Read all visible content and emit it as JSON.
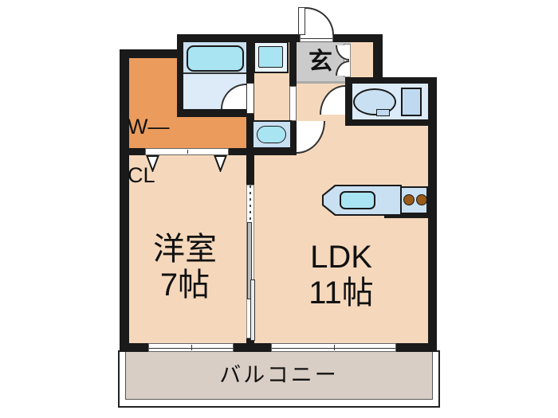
{
  "floorplan": {
    "rooms": {
      "walk_in_closet": {
        "label_line1": "W—",
        "label_line2": "CL"
      },
      "entrance": {
        "label": "玄"
      },
      "western_room": {
        "name": "洋室",
        "size": "7帖"
      },
      "ldk": {
        "name": "LDK",
        "size": "11帖"
      },
      "balcony": {
        "label": "バルコニー"
      }
    },
    "fixtures": {
      "bathtub": "bathtub",
      "washing_machine_pan": "washing-machine-pan",
      "vanity_sink": "vanity-sink",
      "toilet": "toilet",
      "kitchen_sink": "kitchen-sink",
      "stove": "two-burner-stove"
    },
    "colors": {
      "wall": "#1a1a1a",
      "floor_peach": "#F5D8BB",
      "closet_orange": "#EB9C5C",
      "entrance_gray": "#CBCBCB",
      "balcony_gray": "#D8CEC5",
      "wet_room_blue": "#DCEBF7",
      "fixture_cyan": "#A9E4F2",
      "counter_blue": "#C9E0F2",
      "burner_brown": "#9B5A17"
    }
  }
}
